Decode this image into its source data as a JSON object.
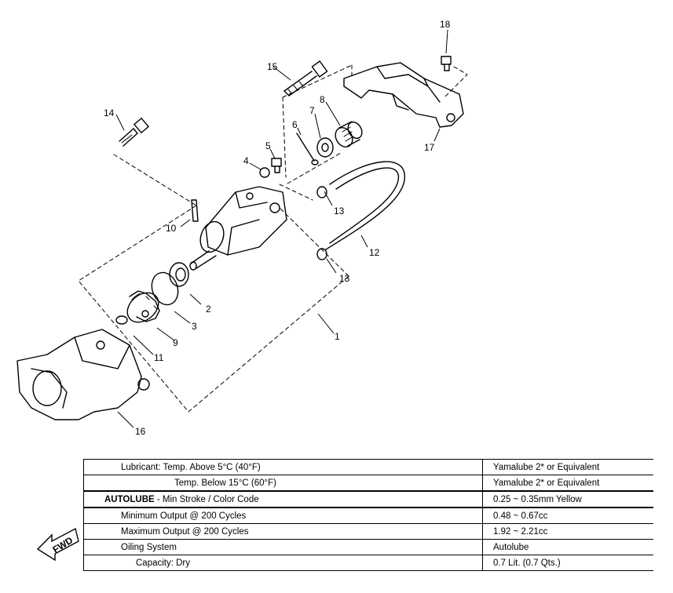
{
  "callouts": [
    "1",
    "2",
    "3",
    "4",
    "5",
    "6",
    "7",
    "8",
    "9",
    "10",
    "11",
    "12",
    "13",
    "13",
    "14",
    "15",
    "16",
    "17",
    "18"
  ],
  "fwd_label": "FWD",
  "spec_table": {
    "rows": [
      {
        "param": "Lubricant: Temp. Above 5°C (40°F)",
        "value": "Yamalube 2* or Equivalent",
        "indent": 1,
        "bold_prefix": ""
      },
      {
        "param": "Temp. Below 15°C (60°F)",
        "value": "Yamalube 2* or Equivalent",
        "indent": 2,
        "bold_prefix": ""
      },
      {
        "param": " - Min Stroke / Color Code",
        "value": "0.25 ~ 0.35mm Yellow",
        "indent": 0,
        "bold_prefix": "AUTOLUBE"
      },
      {
        "param": "Minimum Output @ 200 Cycles",
        "value": "0.48 ~ 0.67cc",
        "indent": 1,
        "bold_prefix": ""
      },
      {
        "param": "Maximum Output @ 200 Cycles",
        "value": "1.92 ~ 2.21cc",
        "indent": 1,
        "bold_prefix": ""
      },
      {
        "param": "Oiling System",
        "value": "Autolube",
        "indent": 1,
        "bold_prefix": ""
      },
      {
        "param": "Capacity: Dry",
        "value": "0.7 Lit. (0.7 Qts.)",
        "indent": 3,
        "bold_prefix": ""
      }
    ]
  }
}
